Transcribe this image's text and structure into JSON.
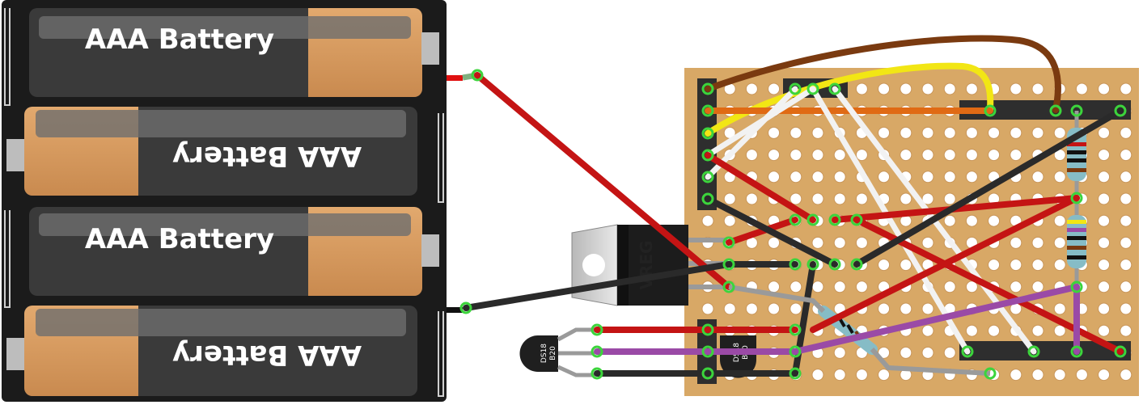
{
  "batteries": [
    {
      "label": "AAA Battery"
    },
    {
      "label": "AAA Battery"
    },
    {
      "label": "AAA Battery"
    },
    {
      "label": "AAA Battery"
    }
  ],
  "regulator": {
    "label": "VREG"
  },
  "sensors": [
    {
      "label_line1": "DS18",
      "label_line2": "B20"
    },
    {
      "label_line1": "DS18",
      "label_line2": "B20"
    }
  ],
  "colors": {
    "board": "#d8a866",
    "wire_red": "#c41414",
    "wire_black": "#2a2a2a",
    "wire_white": "#f2f2f2",
    "wire_orange": "#e06a14",
    "wire_yellow": "#f2e614",
    "wire_brown": "#7a3a10",
    "wire_purple": "#9a4aa6",
    "wire_gray": "#9a9a9a",
    "pin_highlight": "#3cd43c"
  },
  "icons": [
    "battery-icon",
    "voltage-regulator-icon",
    "temperature-sensor-icon",
    "resistor-icon",
    "header-icon"
  ]
}
